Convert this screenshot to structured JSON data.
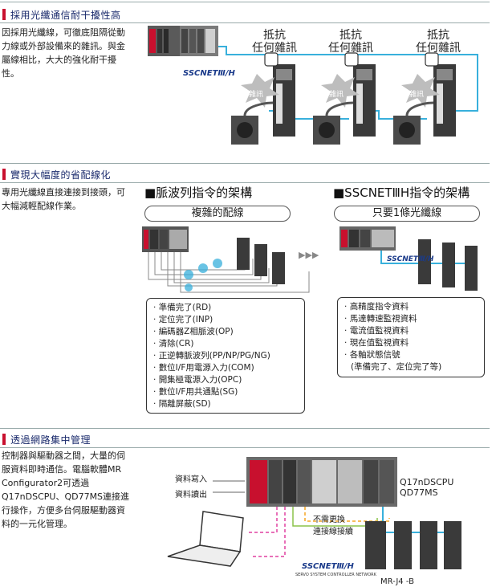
{
  "sections": [
    {
      "title": "採用光纖通信耐干擾性高",
      "text_lines": [
        "因採用光纖線，可徹底阻隔從動",
        "力線或外部設備來的雜訊。與金",
        "屬線相比，大大的強化耐干擾",
        "性。"
      ],
      "labels": [
        "抵抗",
        "任何雜訊"
      ],
      "noise_label": "雜訊",
      "logo": "SSCNETⅢ/H"
    },
    {
      "title": "實現大幅度的省配線化",
      "text_lines": [
        "專用光纖線直接連接到接頭，可",
        "大幅減輕配線作業。"
      ],
      "left_heading": "■脈波列指令的架構",
      "right_heading": "■SSCNETⅢH指令的架構",
      "left_pill": "複雜的配線",
      "right_pill": "只要1條光纖線",
      "arrow_glyphs": "▶▶▶",
      "logo": "SSCNETⅢ/H",
      "left_list": [
        "準備完了(RD)",
        "定位完了(INP)",
        "編碼器Z相脈波(OP)",
        "清除(CR)",
        "正逆轉脈波列(PP/NP/PG/NG)",
        "數位I/F用電源入力(COM)",
        "開集極電源入力(OPC)",
        "數位I/F用共通點(SG)",
        "隔離屏蔽(SD)"
      ],
      "right_list": [
        "高精度指令資料",
        "馬達轉速監視資料",
        "電流值監視資料",
        "現在值監視資料",
        "各軸狀態信號"
      ],
      "right_list_note": "(準備完了、定位完了等)"
    },
    {
      "title": "透過網路集中管理",
      "text_lines": [
        "控制器與驅動器之間，大量的伺",
        "服資料即時通信。電腦軟體MR",
        "Configurator2可透過",
        "Q17nDSCPU、QD77MS連接進",
        "行操作，方便多台伺服驅動器資",
        "料的一元化管理。"
      ],
      "write_label": "資料寫入",
      "read_label": "資料讀出",
      "cpu_labels": [
        "Q17nDSCPU",
        "QD77MS"
      ],
      "no_change_labels": [
        "不需更換",
        "連接線接續"
      ],
      "logo": "SSCNETⅢ/H",
      "logo_sub": "SERVO SYSTEM CONTROLLER NETWORK",
      "amp_label": "MR-J4 -B"
    }
  ],
  "colors": {
    "accent": "#c8102e",
    "title": "#1a2a6c",
    "fiber": "#38b0dc",
    "noise": "#9c1a1a"
  }
}
